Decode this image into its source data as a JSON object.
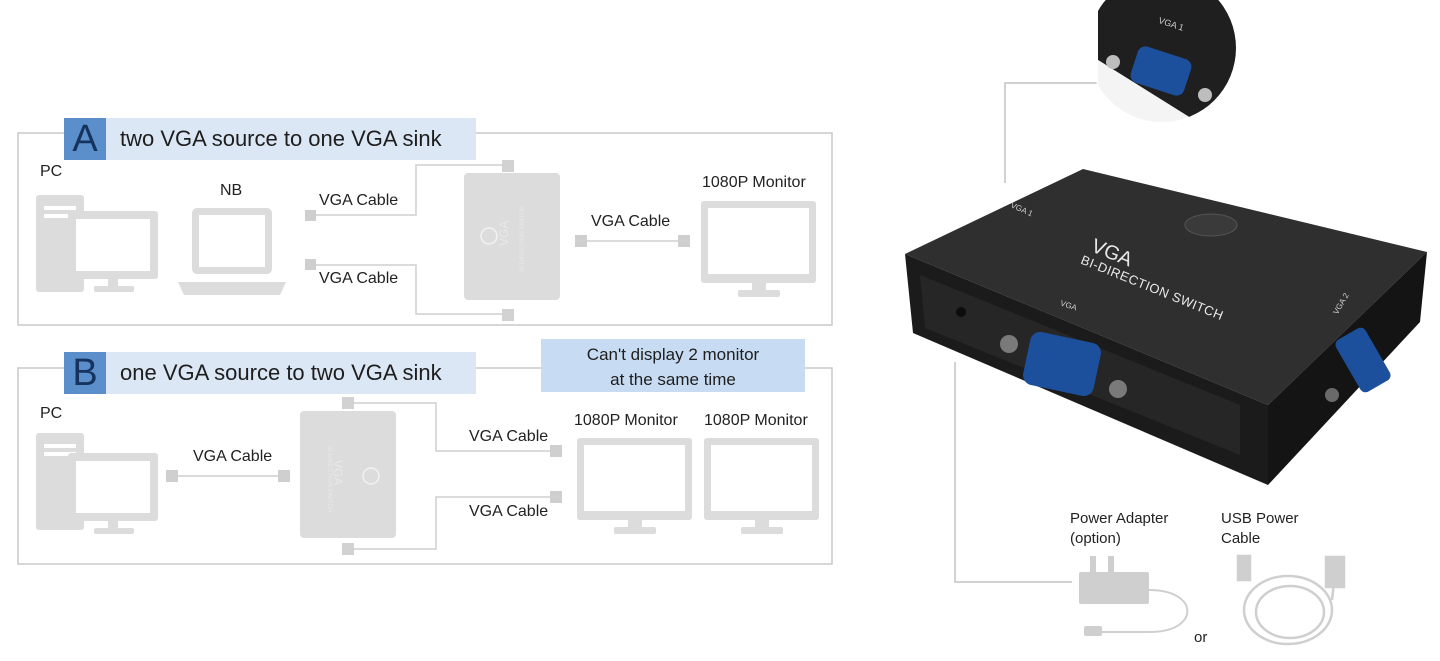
{
  "sectionA": {
    "tag": "A",
    "title": "two VGA source to one VGA sink",
    "pc_label": "PC",
    "nb_label": "NB",
    "cable1": "VGA Cable",
    "cable2": "VGA Cable",
    "cable3": "VGA Cable",
    "monitor_label": "1080P Monitor"
  },
  "sectionB": {
    "tag": "B",
    "title": "one VGA source to two VGA sink",
    "note_line1": "Can't display 2 monitor",
    "note_line2": "at the same time",
    "pc_label": "PC",
    "cable1": "VGA Cable",
    "cable2": "VGA Cable",
    "cable3": "VGA Cable",
    "monitor1_label": "1080P Monitor",
    "monitor2_label": "1080P Monitor"
  },
  "device": {
    "brand": "VGA",
    "subtitle": "BI-DIRECTION SWITCH",
    "port_front": "VGA",
    "port_side": "VGA 2",
    "port_top": "VGA 1",
    "zoom_label": "VGA 1"
  },
  "accessories": {
    "power_adapter": "Power Adapter (option)",
    "power_adapter_line1": "Power Adapter",
    "power_adapter_line2": "(option)",
    "usb_cable_line1": "USB Power",
    "usb_cable_line2": "Cable",
    "or_label": "or"
  },
  "colors": {
    "panel_border": "#c9c9c9",
    "tag_bg": "#5b8fcc",
    "title_bg": "#dbe7f5",
    "note_bg": "#c7dcf3",
    "icon_gray": "#d9d9d9",
    "device_body": "#232323",
    "vga_port_blue": "#1c4f9c"
  }
}
